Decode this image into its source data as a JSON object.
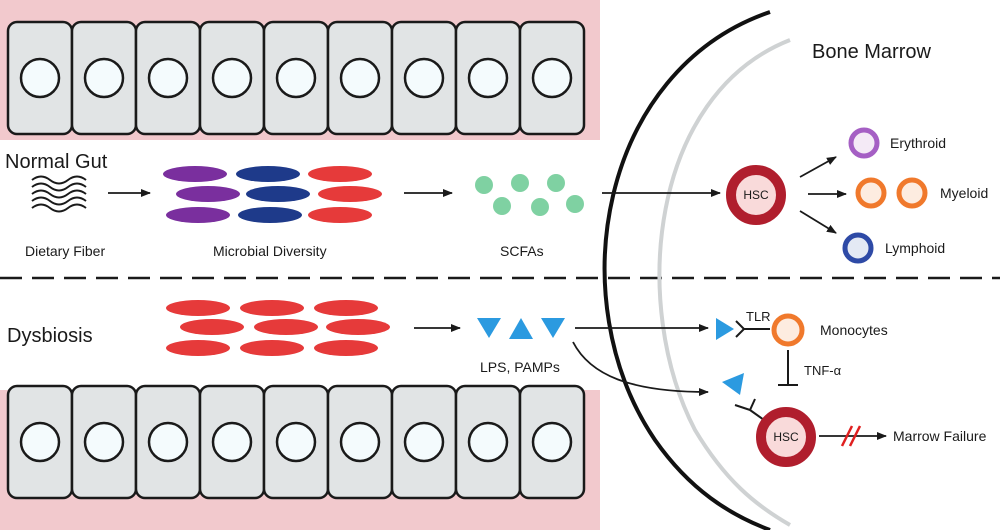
{
  "labels": {
    "normal_gut": "Normal Gut",
    "dietary_fiber": "Dietary Fiber",
    "microbial_diversity": "Microbial Diversity",
    "scfas": "SCFAs",
    "bone_marrow": "Bone Marrow",
    "hsc_top": "HSC",
    "erythroid": "Erythroid",
    "myeloid": "Myeloid",
    "lymphoid": "Lymphoid",
    "dysbiosis": "Dysbiosis",
    "lps_pamps": "LPS, PAMPs",
    "tlr": "TLR",
    "monocytes": "Monocytes",
    "tnf_alpha": "TNF-α",
    "hsc_bottom": "HSC",
    "marrow_failure": "Marrow Failure"
  },
  "colors": {
    "mucosa": "#f2c9cd",
    "epithelium": "#e1e4e5",
    "purple_microbe": "#7a2f9e",
    "blue_microbe": "#1e3a8a",
    "red_microbe": "#e63a3a",
    "scfa": "#7fd1a2",
    "pamp": "#2b9ae0",
    "hsc_ring": "#b01e2d",
    "hsc_fill": "#f9dada",
    "erythroid_ring": "#a55fc4",
    "myeloid_ring": "#f0792c",
    "lymphoid_ring": "#2e4aa6",
    "failure_mark": "#e02020"
  }
}
